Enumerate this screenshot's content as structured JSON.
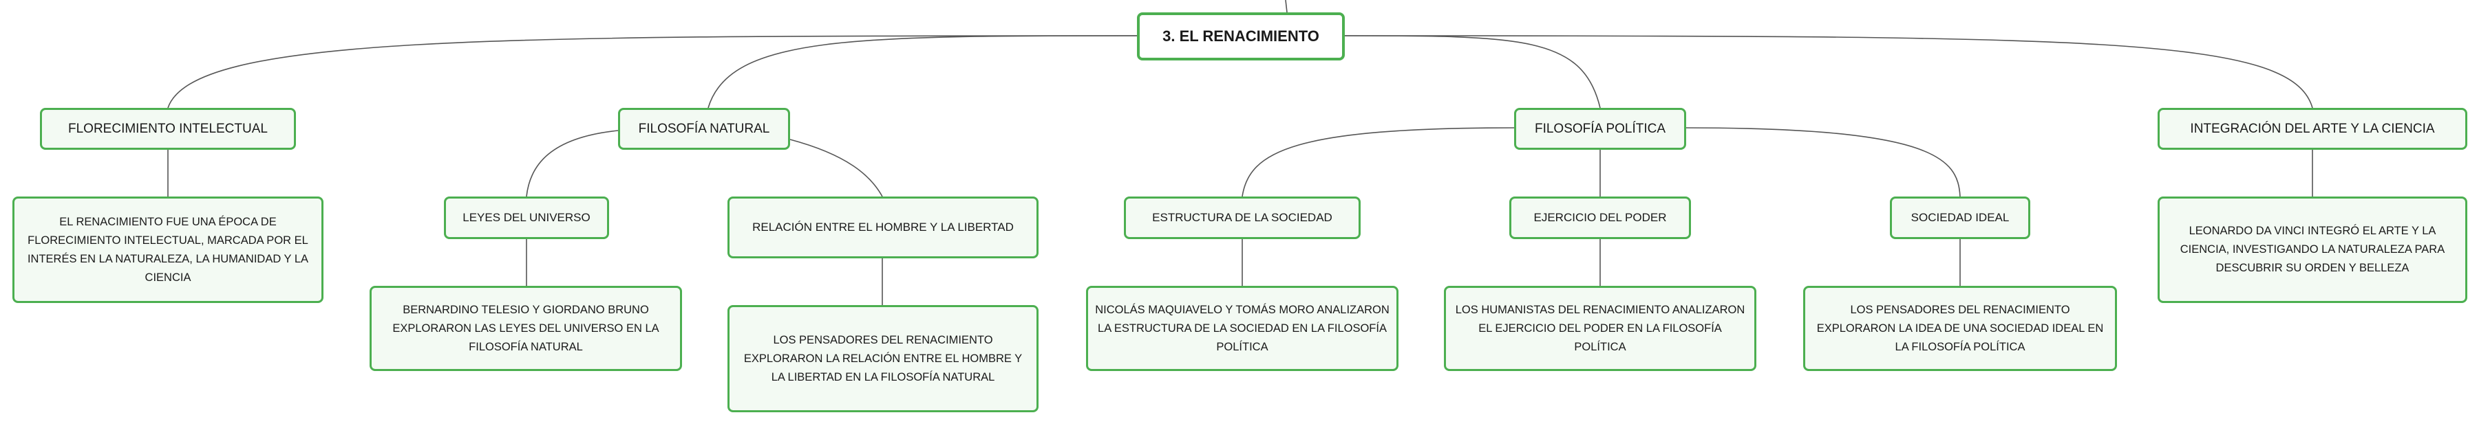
{
  "root": "3. EL RENACIMIENTO",
  "branches": [
    {
      "title": "FLORECIMIENTO INTELECTUAL",
      "desc": "EL RENACIMIENTO FUE UNA ÉPOCA DE FLORECIMIENTO INTELECTUAL, MARCADA POR EL INTERÉS EN LA NATURALEZA, LA HUMANIDAD Y LA CIENCIA"
    },
    {
      "title": "FILOSOFÍA NATURAL",
      "children": [
        {
          "title": "LEYES DEL UNIVERSO",
          "desc": "BERNARDINO TELESIO Y GIORDANO BRUNO EXPLORARON LAS LEYES DEL UNIVERSO EN LA FILOSOFÍA NATURAL"
        },
        {
          "title": "RELACIÓN ENTRE EL HOMBRE Y LA LIBERTAD",
          "desc": "LOS PENSADORES DEL RENACIMIENTO EXPLORARON LA RELACIÓN ENTRE EL HOMBRE Y LA LIBERTAD EN LA FILOSOFÍA NATURAL"
        }
      ]
    },
    {
      "title": "FILOSOFÍA POLÍTICA",
      "children": [
        {
          "title": "ESTRUCTURA DE LA SOCIEDAD",
          "desc": "NICOLÁS MAQUIAVELO Y TOMÁS MORO ANALIZARON LA ESTRUCTURA DE LA SOCIEDAD EN LA FILOSOFÍA POLÍTICA"
        },
        {
          "title": "EJERCICIO DEL PODER",
          "desc": "LOS HUMANISTAS DEL RENACIMIENTO ANALIZARON EL EJERCICIO DEL PODER EN LA FILOSOFÍA POLÍTICA"
        },
        {
          "title": "SOCIEDAD IDEAL",
          "desc": "LOS PENSADORES DEL RENACIMIENTO EXPLORARON LA IDEA DE UNA SOCIEDAD IDEAL EN LA FILOSOFÍA POLÍTICA"
        }
      ]
    },
    {
      "title": "INTEGRACIÓN DEL ARTE Y LA CIENCIA",
      "desc": "LEONARDO DA VINCI INTEGRÓ EL ARTE Y LA CIENCIA, INVESTIGANDO LA NATURALEZA PARA DESCUBRIR SU ORDEN Y BELLEZA"
    }
  ],
  "colors": {
    "border": "#4caf50",
    "fill": "#f3faf3",
    "line": "#555555"
  }
}
